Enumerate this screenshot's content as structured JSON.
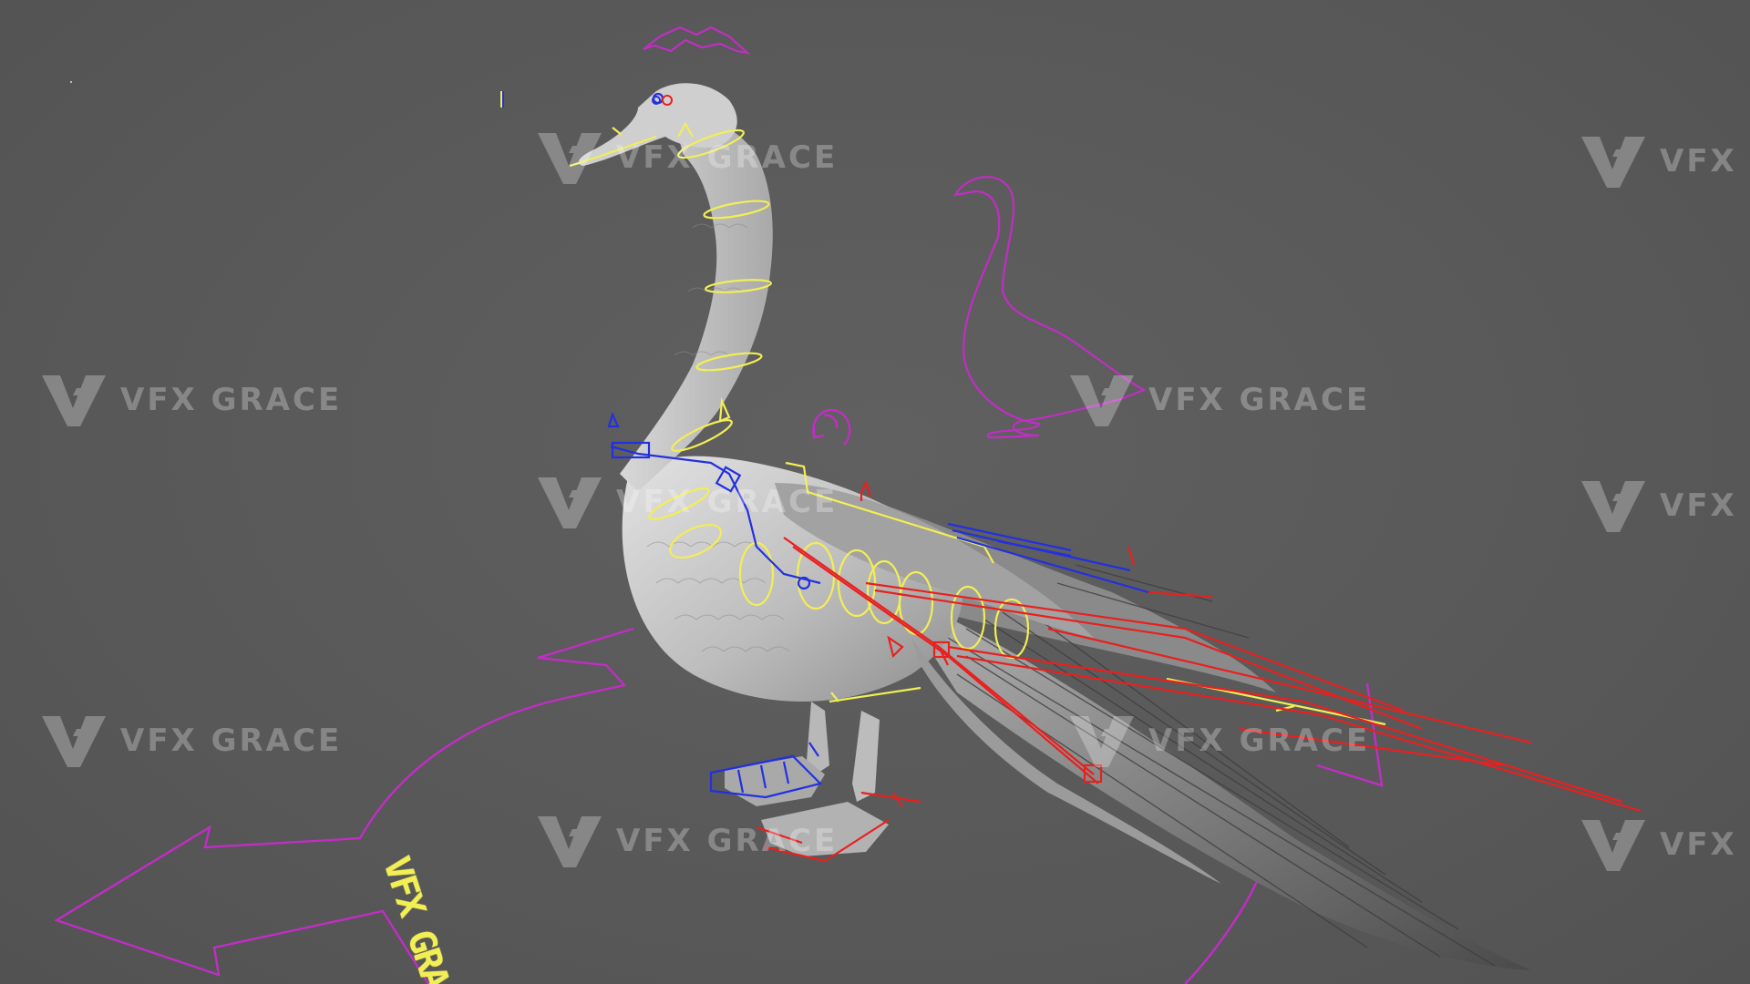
{
  "viewport": {
    "name": "3d-viewport"
  },
  "watermark": {
    "text": "VFX GRACE",
    "icon": "vfx-grace-logo-icon"
  },
  "ground_label": {
    "text": "VFX GRACE"
  },
  "colors": {
    "background": "#5a5a5a",
    "model": "#c9c9c9",
    "control_yellow": "#f2ee55",
    "control_red": "#e8201f",
    "control_blue": "#2330e0",
    "control_magenta": "#c02ec4",
    "watermark": "rgba(255,255,255,0.28)"
  }
}
